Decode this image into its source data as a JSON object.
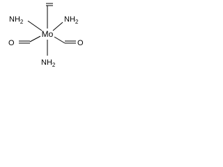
{
  "structure": {
    "center": "Mo",
    "amine_label": "NH",
    "amine_subscript": "2",
    "oxo_label": "O"
  }
}
